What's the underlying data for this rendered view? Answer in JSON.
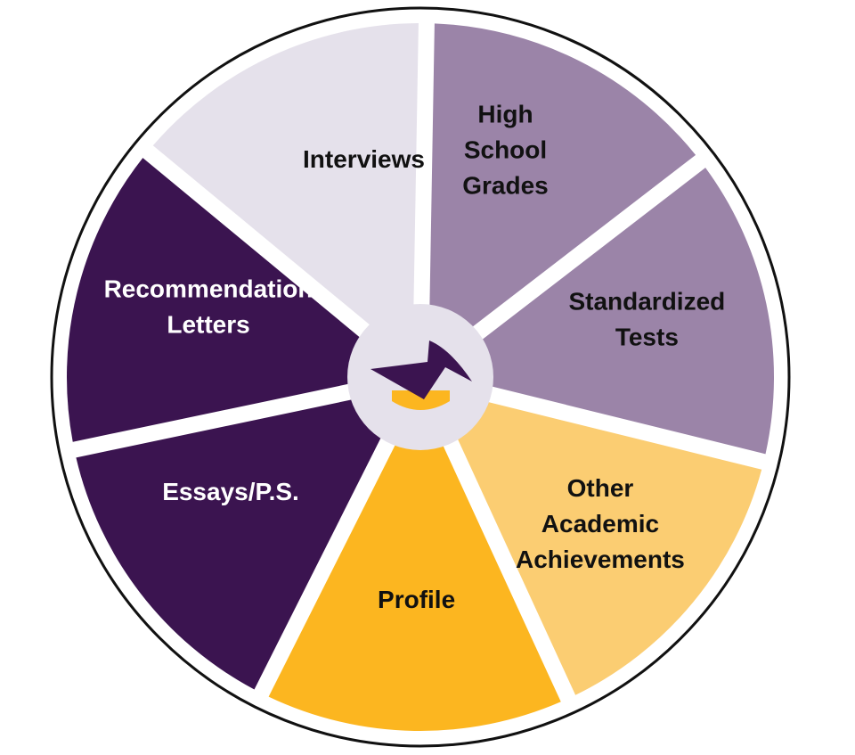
{
  "wheel": {
    "segments": [
      {
        "id": "high-school-grades",
        "lines": [
          "High",
          "School",
          "Grades"
        ],
        "color": "#9b84a8",
        "text_color": "#111111"
      },
      {
        "id": "standardized-tests",
        "lines": [
          "Standardized",
          "Tests"
        ],
        "color": "#9b84a8",
        "text_color": "#111111"
      },
      {
        "id": "other-academic-achievements",
        "lines": [
          "Other",
          "Academic",
          "Achievements"
        ],
        "color": "#fbcd72",
        "text_color": "#111111"
      },
      {
        "id": "profile",
        "lines": [
          "Profile"
        ],
        "color": "#fcb620",
        "text_color": "#111111"
      },
      {
        "id": "essays-ps",
        "lines": [
          "Essays/P.S."
        ],
        "color": "#3b1450",
        "text_color": "#ffffff"
      },
      {
        "id": "recommendation-letters",
        "lines": [
          "Recommendation",
          "Letters"
        ],
        "color": "#3b1450",
        "text_color": "#ffffff"
      },
      {
        "id": "interviews",
        "lines": [
          "Interviews"
        ],
        "color": "#e5e1eb",
        "text_color": "#111111"
      }
    ],
    "center": {
      "icon": "graduation-cap-icon",
      "circle_color": "#e5e1eb",
      "cap_color": "#3b1450",
      "band_color": "#fcb620"
    },
    "rim_color": "#111111"
  }
}
